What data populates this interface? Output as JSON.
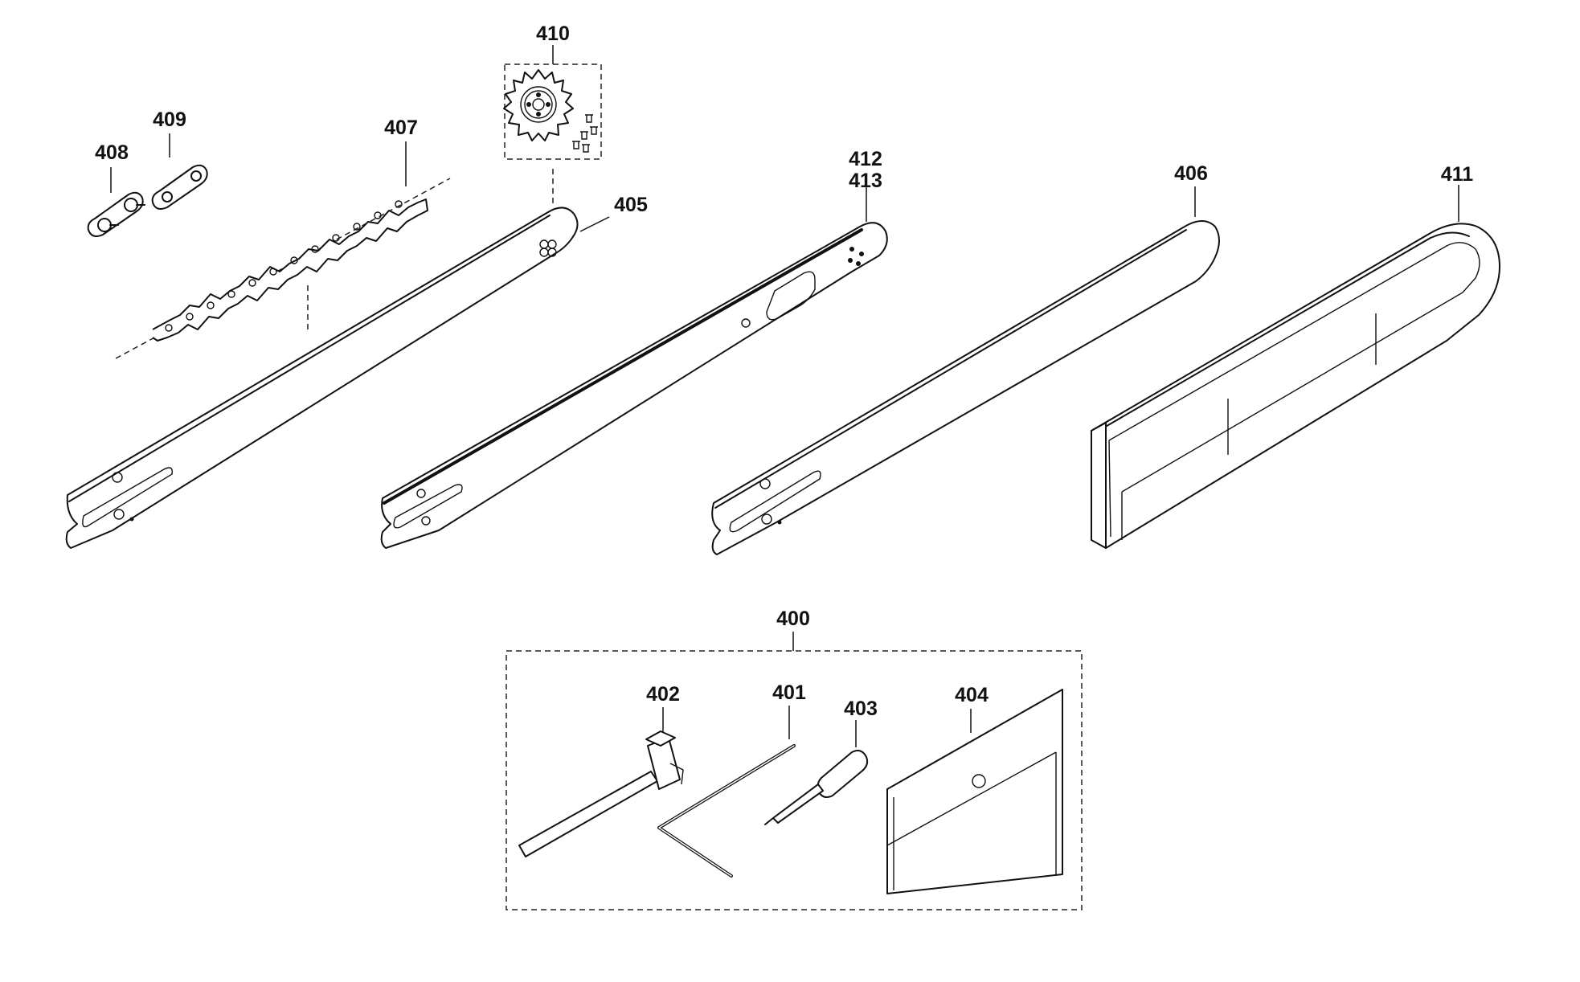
{
  "labels": {
    "p400": "400",
    "p401": "401",
    "p402": "402",
    "p403": "403",
    "p404": "404",
    "p405": "405",
    "p406": "406",
    "p407": "407",
    "p408": "408",
    "p409": "409",
    "p410": "410",
    "p411": "411",
    "p412": "412",
    "p413": "413"
  }
}
